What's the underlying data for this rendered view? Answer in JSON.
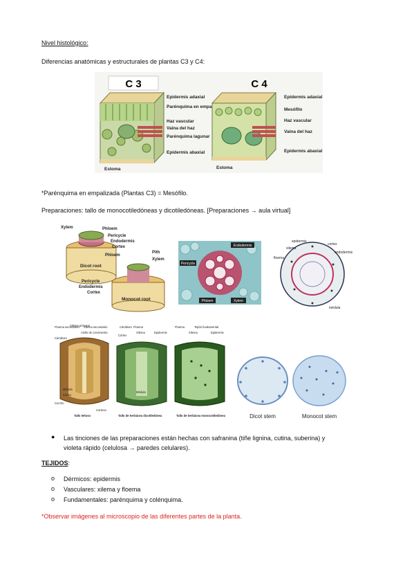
{
  "doc": {
    "heading": "Nivel histológico:",
    "subheading": "Diferencias anatómicas y estructurales de plantas C3 y C4:",
    "note_mesofilo": "*Parénquima en empalizada (Plantas C3) = Mesófilo.",
    "preparaciones": "Preparaciones: tallo de monocotiledóneas y dicotiledóneas.  [Preparaciones → aula virtual]",
    "bullet_line1": "Las tinciones de las preparaciones están hechas con safranina (tiñe lignina, cutina, suberina) y",
    "bullet_line2": "violeta rápido (celulosa → paredes celulares).",
    "tejidos_title": "TEJIDOS",
    "tejidos_colon": ":",
    "tejidos": [
      "Dérmicos: epidermis",
      "Vasculares: xilema y floema",
      "Fundamentales: parénquima y colénquima."
    ],
    "observar": "*Observar imágenes al microscopio de las diferentes partes de la planta."
  },
  "fig_c3c4": {
    "c3_title": "C 3",
    "c4_title": "C 4",
    "c3_labels": [
      "Epidermis adaxial",
      "Parénquima en empalizada",
      "Haz vascular",
      "Vaina del haz",
      "Parénquima lagunar",
      "Epidermis abaxial",
      "Estoma"
    ],
    "c4_labels": [
      "Epidermis adaxial",
      "Mesófilo",
      "Haz vascular",
      "Vaina del haz",
      "Epidermis abaxial",
      "Estoma"
    ]
  },
  "fig_roots": {
    "dicot_labels": [
      "Xylem",
      "Phloem",
      "Pericycle",
      "Endodermis",
      "Cortex"
    ],
    "dicot_name": "Dicot root",
    "monocot_labels": [
      "Phloem",
      "Pith",
      "Xylem",
      "Pericycle",
      "Endodermis",
      "Cortex"
    ],
    "monocot_name": "Monocot root"
  },
  "fig_micro1": {
    "labels": [
      "Pericycle",
      "Endodermis",
      "Phloem",
      "Xylem"
    ]
  },
  "fig_micro2": {
    "labels": [
      "epidermis",
      "cortex",
      "xilema",
      "floema",
      "endodermis",
      "médula"
    ]
  },
  "fig_stems": {
    "labels1": [
      "Floema secundario",
      "Xilema primario",
      "Xilema secundario",
      "Anillo de crecimiento",
      "Cámbium",
      "Médula",
      "Córtex",
      "Corcho",
      "Corteza"
    ],
    "name1": "Tallo leñoso",
    "labels2": [
      "Cámbium",
      "Floema",
      "Xilema",
      "Epidermis",
      "Córtex",
      "Médula"
    ],
    "name2": "Tallo de herbácea dicotiledónea",
    "labels3": [
      "Floema",
      "Tejido fundamental",
      "Xilema",
      "Epidermis"
    ],
    "name3": "Tallo de herbácea monocotiledónea"
  },
  "fig_micro3": {
    "dicot": "Dicot stem",
    "monocot": "Monocot stem"
  }
}
